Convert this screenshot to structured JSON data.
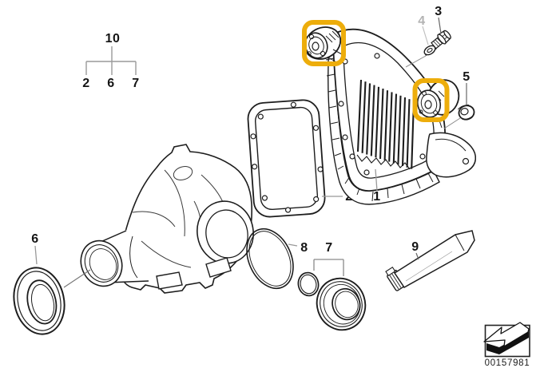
{
  "diagram": {
    "stamp_number": "00157981",
    "stamp_icon": "direction-arrow",
    "highlight_color": "#EDAD0B",
    "muted_label_color": "#B3B3B3"
  },
  "tree": {
    "root": "10",
    "children": [
      "2",
      "6",
      "7"
    ]
  },
  "callouts": {
    "cover": "1",
    "gasket": "2",
    "bolt": "3",
    "washer": "4",
    "nut": "5",
    "shaft_seal": "6",
    "seal_set": "7",
    "o_ring": "8",
    "sealant_tube": "9"
  }
}
